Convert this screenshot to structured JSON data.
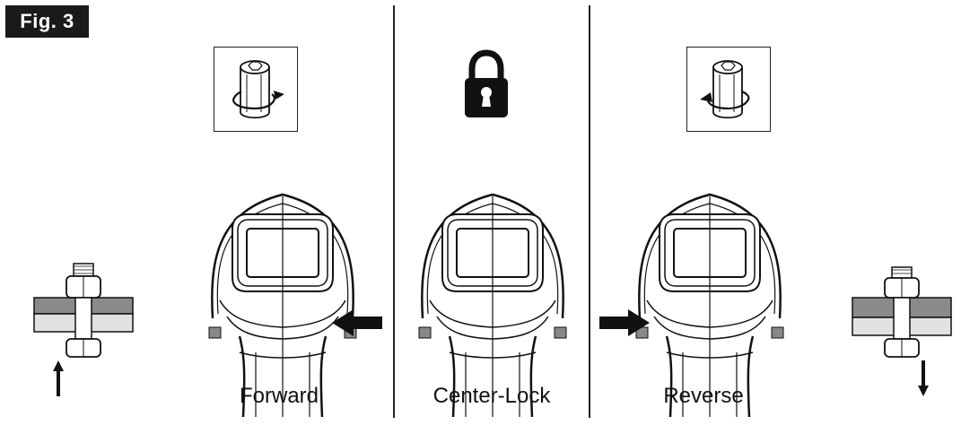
{
  "figure": {
    "label": "Fig. 3"
  },
  "positions": [
    {
      "key": "forward",
      "label": "Forward",
      "icon": "socket-clockwise-rotation-icon",
      "arrow": "arrow-left-pointing"
    },
    {
      "key": "center",
      "label": "Center-Lock",
      "icon": "padlock-icon",
      "arrow": "none"
    },
    {
      "key": "reverse",
      "label": "Reverse",
      "icon": "socket-counterclockwise-rotation-icon",
      "arrow": "arrow-right-pointing"
    }
  ],
  "fasteners": [
    {
      "key": "left",
      "motion": "tighten-up-arrow-icon"
    },
    {
      "key": "right",
      "motion": "loosen-down-arrow-icon"
    }
  ]
}
